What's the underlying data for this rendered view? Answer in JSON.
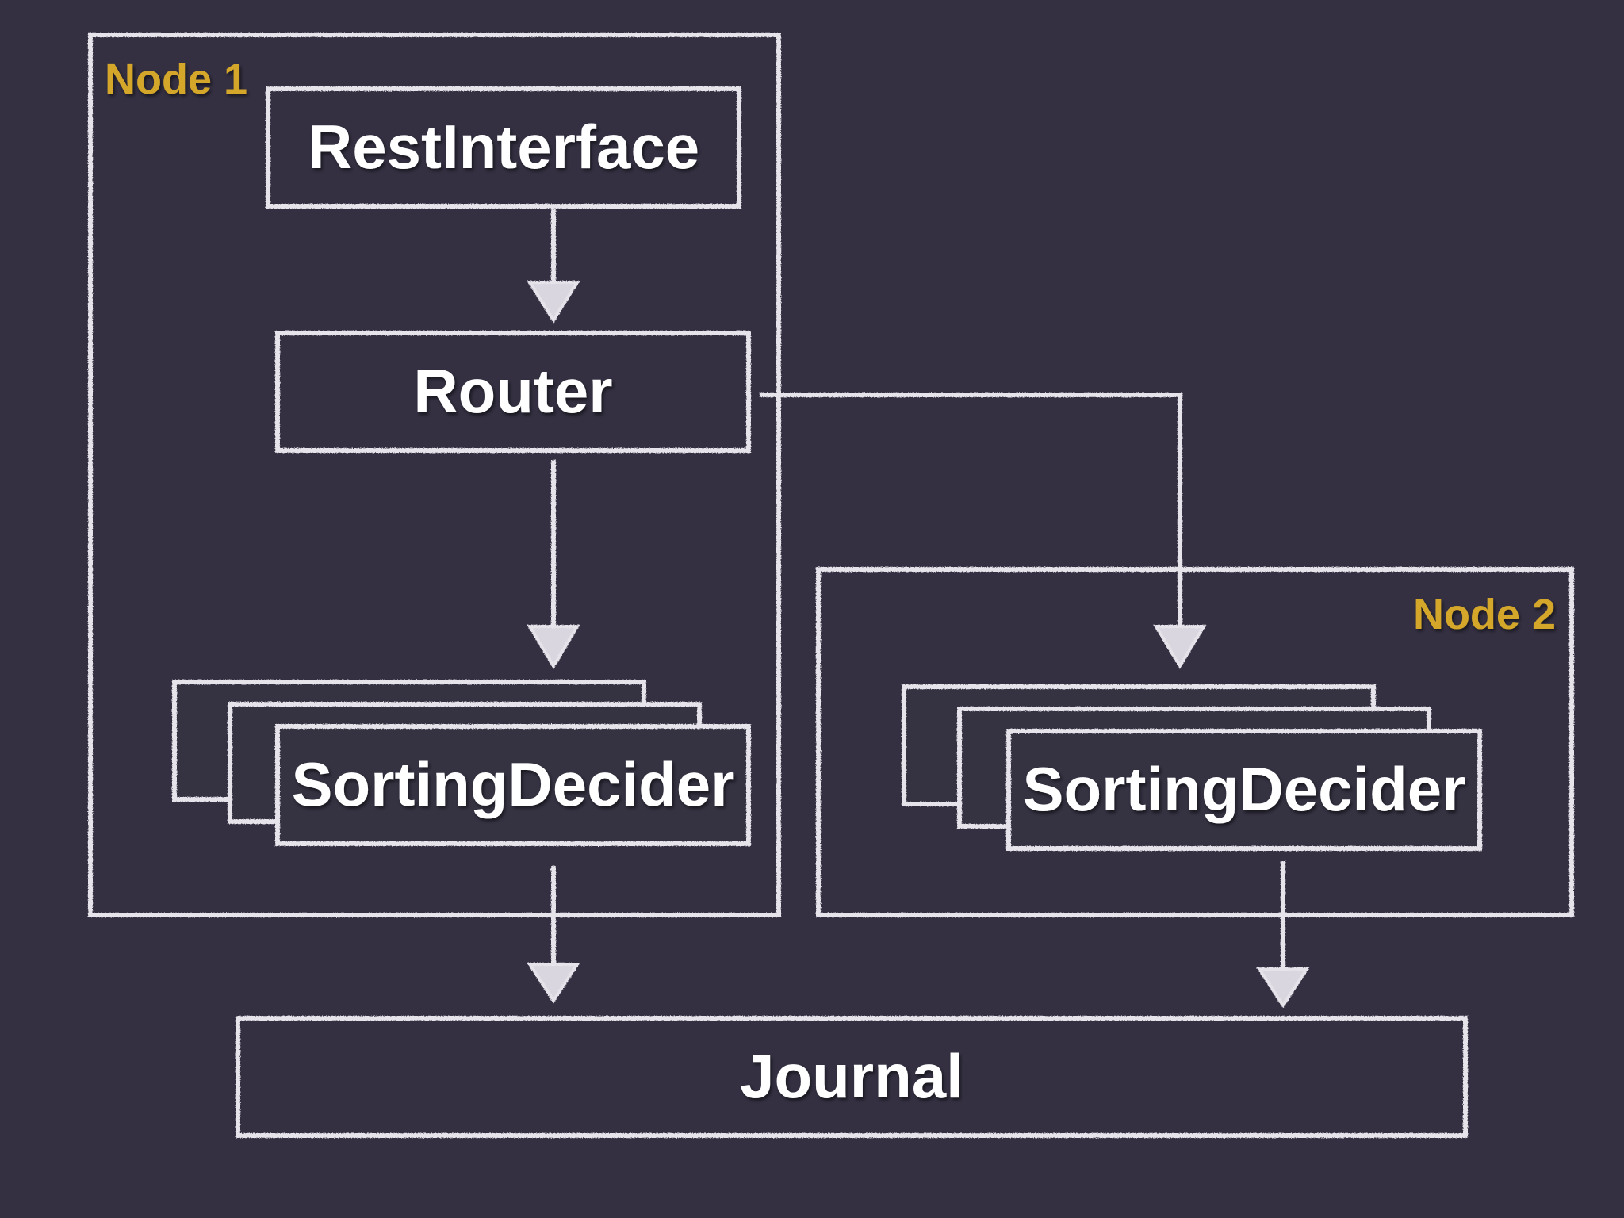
{
  "colors": {
    "background": "#343042",
    "chalk": "#E6E4EA",
    "node_label": "#D4A72C"
  },
  "nodes": {
    "node1": {
      "label": "Node 1"
    },
    "node2": {
      "label": "Node 2"
    }
  },
  "components": {
    "rest_interface": "RestInterface",
    "router": "Router",
    "sorting_decider_1": "SortingDecider",
    "sorting_decider_2": "SortingDecider",
    "journal": "Journal"
  },
  "connections": [
    {
      "from": "RestInterface",
      "to": "Router"
    },
    {
      "from": "Router",
      "to": "SortingDecider (Node 1)"
    },
    {
      "from": "Router",
      "to": "SortingDecider (Node 2)"
    },
    {
      "from": "SortingDecider (Node 1)",
      "to": "Journal"
    },
    {
      "from": "SortingDecider (Node 2)",
      "to": "Journal"
    }
  ]
}
